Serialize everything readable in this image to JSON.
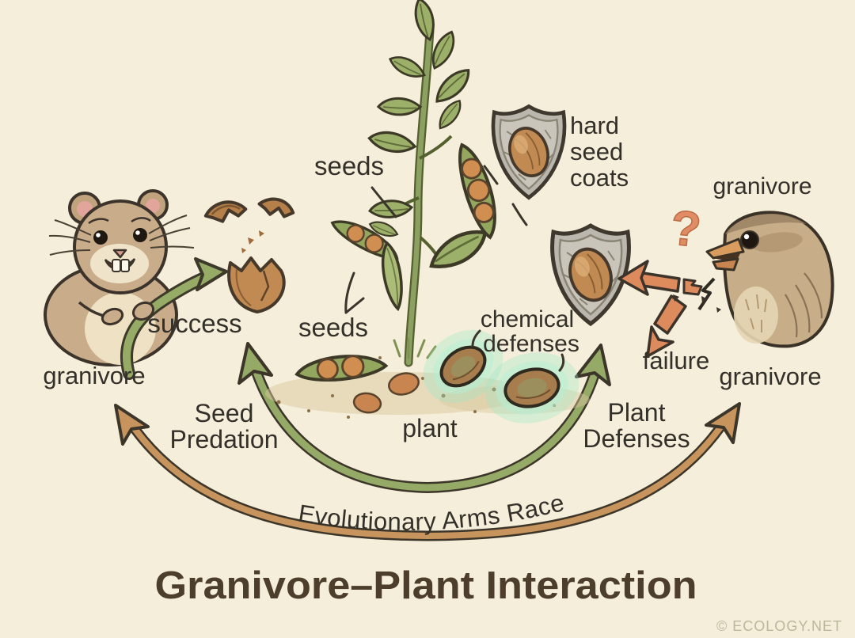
{
  "title": "Granivore–Plant Interaction",
  "watermark": "© ECOLOGY.NET",
  "diagram": {
    "center": {
      "plant_label": "plant",
      "seeds_top_label": "seeds",
      "seeds_left_label": "seeds",
      "hard_seed_coats_lines": [
        "hard",
        "seed",
        "coats"
      ],
      "chemical_defenses_lines": [
        "chemical",
        "defenses"
      ]
    },
    "left": {
      "granivore_label": "granivore",
      "outcome_label": "success"
    },
    "right": {
      "granivore_label_top": "granivore",
      "granivore_label_bottom": "granivore",
      "outcome_label": "failure",
      "question_mark": "?"
    },
    "cycle": {
      "seed_predation_lines": [
        "Seed",
        "Predation"
      ],
      "plant_defenses_lines": [
        "Plant",
        "Defenses"
      ],
      "arms_race_label": "Evolutionary Arms Race"
    }
  },
  "icons": {
    "defense_shield": "shield-icon",
    "question": "question-mark-icon",
    "rodent": "rodent-granivore-illustration",
    "bird": "bird-granivore-illustration"
  },
  "colors": {
    "background": "#f5eeda",
    "ink_outline": "#3c352a",
    "label_text": "#33302a",
    "title_text": "#4c3e2b",
    "green_arrow": "#94aa66",
    "tan_arrow": "#c6945c",
    "orange_arrow": "#dd8a5d",
    "glow_teal": "#9fe8c6",
    "shield_gray": "#bbb7ae",
    "seed_brown": "#c08a52",
    "watermark_gray": "#b9b89b"
  }
}
